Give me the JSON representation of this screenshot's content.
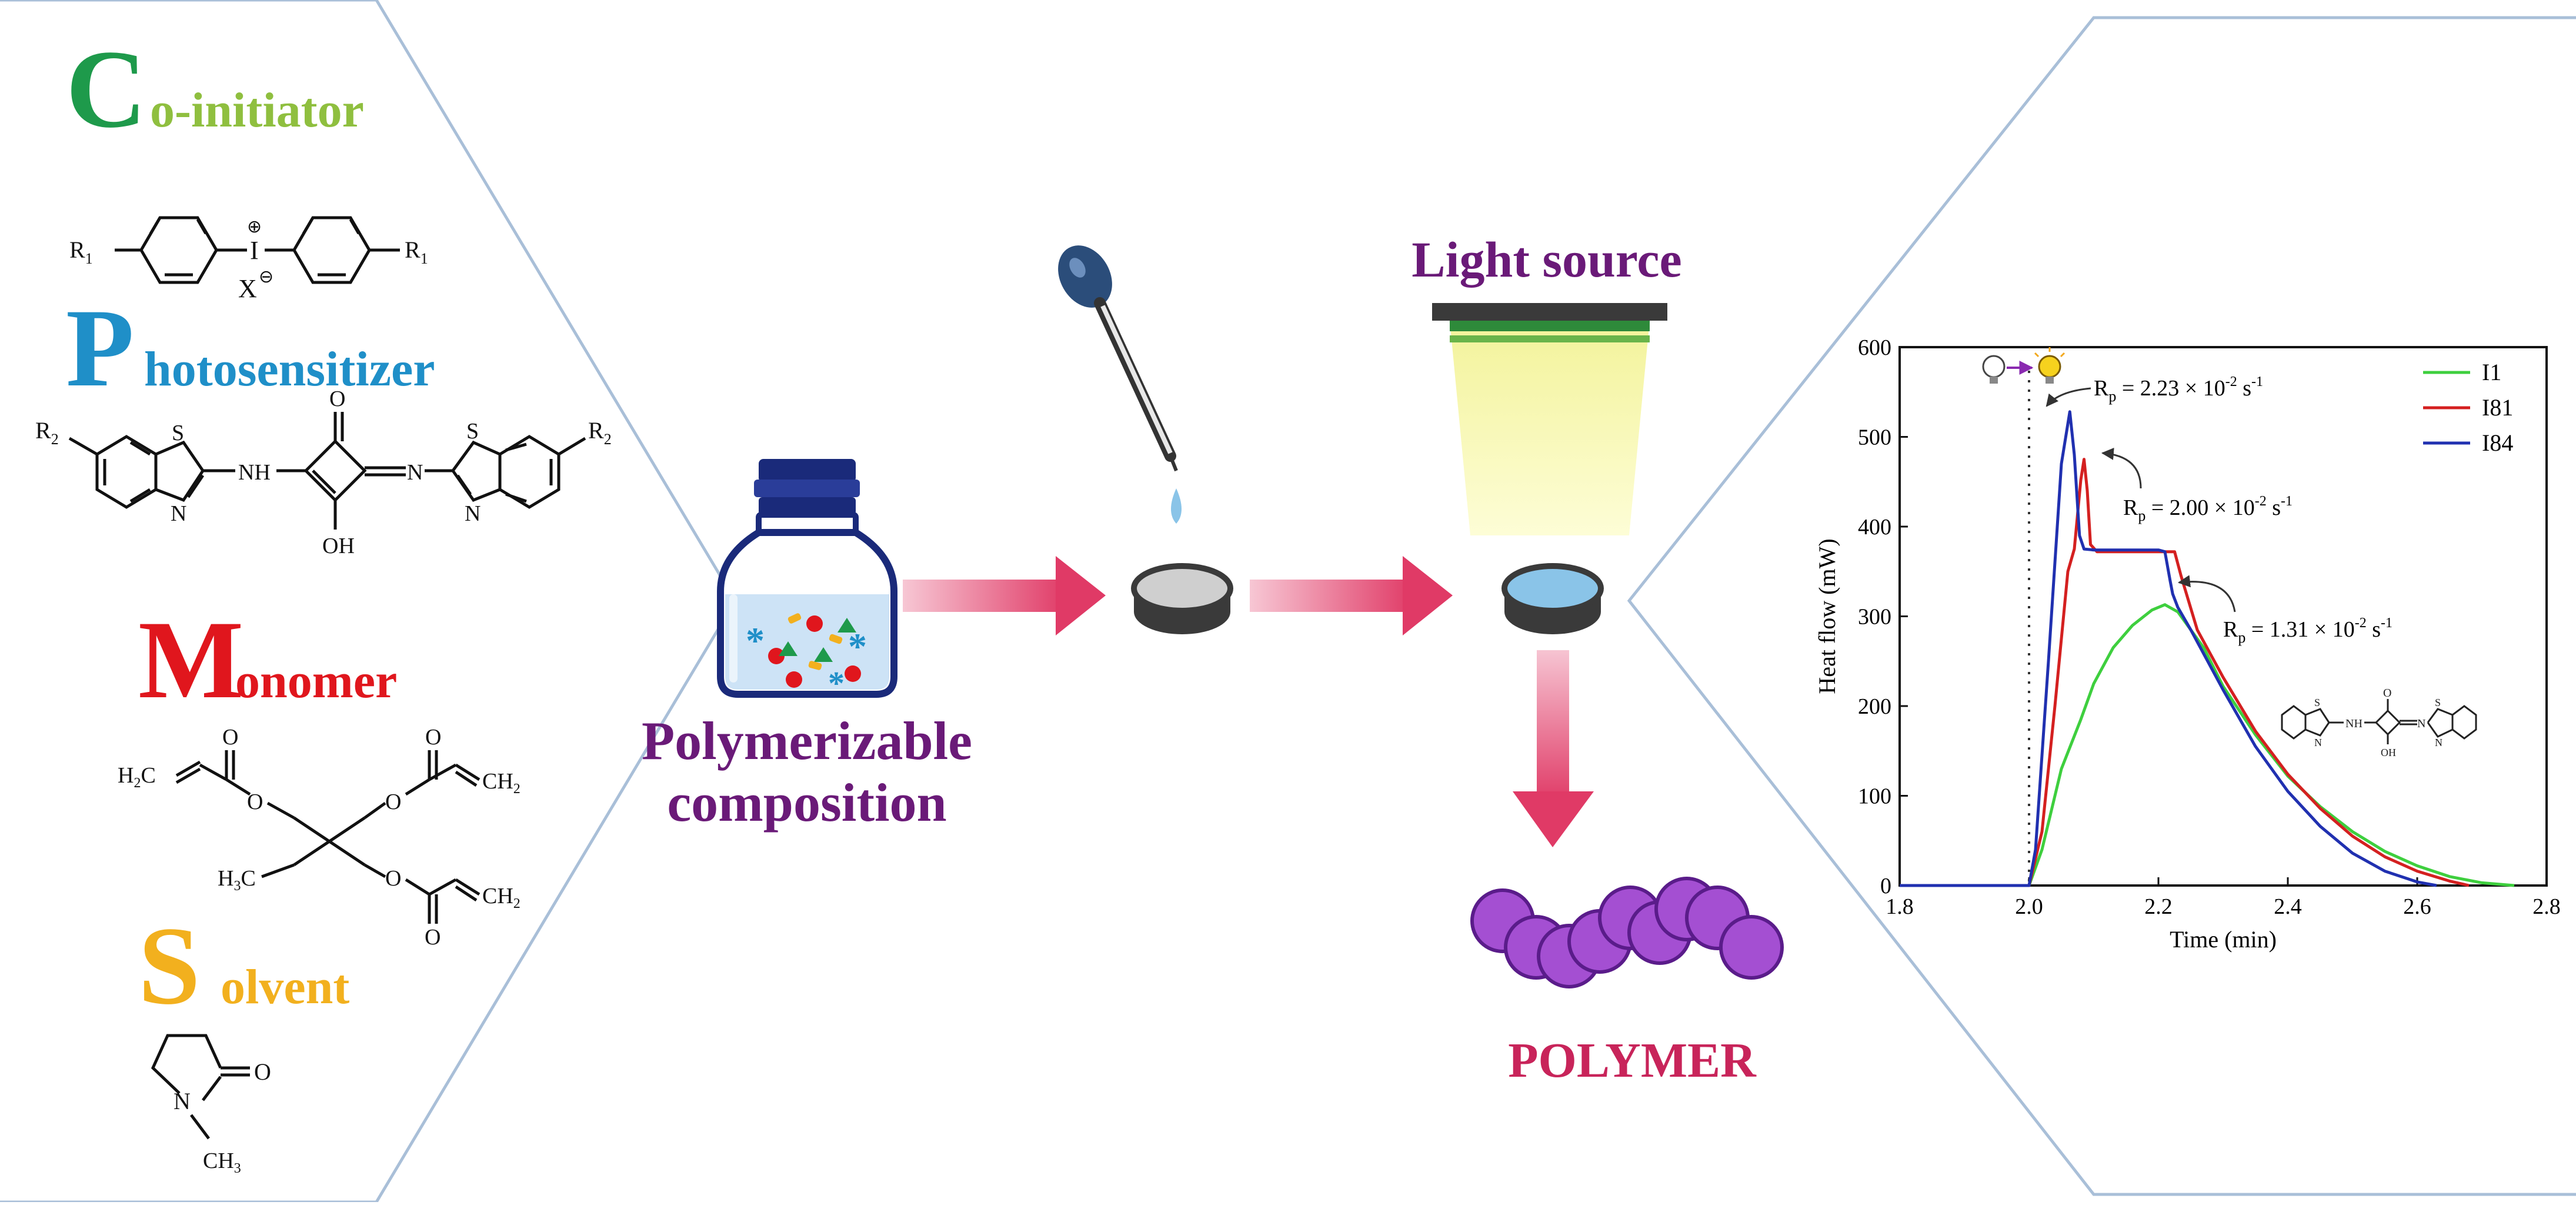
{
  "components": {
    "coinitiator": {
      "initial": "C",
      "rest": "o-initiator",
      "color": "#1e9a4b",
      "rest_color": "#8fbf3f"
    },
    "photosensitizer": {
      "initial": "P",
      "rest": "hotosensitizer",
      "color": "#1f8fc8"
    },
    "monomer": {
      "initial": "M",
      "rest": "onomer",
      "color": "#e0161d"
    },
    "solvent": {
      "initial": "S",
      "rest": "olvent",
      "color": "#f2b01e"
    }
  },
  "structures": {
    "iodonium": {
      "r1_left": "R",
      "r1_left_sub": "1",
      "i": "I",
      "plus": "⊕",
      "x": "X",
      "minus": "⊖",
      "r1_right": "R",
      "r1_right_sub": "1"
    },
    "squaraine": {
      "r2_left": "R",
      "r2_left_sub": "2",
      "s1": "S",
      "n1": "N",
      "nh": "NH",
      "o": "O",
      "oh": "OH",
      "n_eq": "N",
      "s2": "S",
      "n2": "N",
      "r2_right": "R",
      "r2_right_sub": "2"
    },
    "tmpta": {
      "h2c_left": "H",
      "h2c_left_sub": "2",
      "h2c_left_c": "C",
      "o1": "O",
      "o2": "O",
      "o3": "O",
      "o4": "O",
      "ch2_right": "CH",
      "ch2_right_sub": "2",
      "h3c": "H",
      "h3c_sub": "3",
      "h3c_c": "C",
      "o5": "O",
      "o6": "O",
      "ch2_bottom": "CH",
      "ch2_bottom_sub": "2"
    },
    "nmp": {
      "n": "N",
      "o": "O",
      "ch3": "CH",
      "ch3_sub": "3"
    }
  },
  "labels": {
    "composition_line1": "Polymerizable",
    "composition_line2": "composition",
    "light_source": "Light source",
    "polymer": "POLYMER"
  },
  "colors": {
    "purple": "#6a1a78",
    "arrow": "#e04a6e",
    "polymer": "#b13cc4",
    "border": "#a9bfd8"
  },
  "annotations": {
    "i84": {
      "r": "R",
      "sub": "p",
      "text": " = 2.23 × 10",
      "exp": "-2",
      "unit": " s",
      "unit_exp": "-1"
    },
    "i81": {
      "r": "R",
      "sub": "p",
      "text": " = 2.00 × 10",
      "exp": "-2",
      "unit": " s",
      "unit_exp": "-1"
    },
    "i1": {
      "r": "R",
      "sub": "p",
      "text": " = 1.31 × 10",
      "exp": "-2",
      "unit": " s",
      "unit_exp": "-1"
    }
  },
  "chart_data": {
    "type": "line",
    "xlabel": "Time (min)",
    "ylabel": "Heat flow (mW)",
    "xlim": [
      1.8,
      2.8
    ],
    "ylim": [
      0,
      600
    ],
    "xticks": [
      "1.8",
      "2.0",
      "2.2",
      "2.4",
      "2.6",
      "2.8"
    ],
    "yticks": [
      "0",
      "100",
      "200",
      "300",
      "400",
      "500",
      "600"
    ],
    "light_on_time": 2.0,
    "legend_position": "top-right",
    "series": [
      {
        "name": "I1",
        "color": "#3ecf3e",
        "points": [
          [
            1.8,
            0
          ],
          [
            2.0,
            0
          ],
          [
            2.02,
            40
          ],
          [
            2.05,
            130
          ],
          [
            2.08,
            185
          ],
          [
            2.1,
            225
          ],
          [
            2.13,
            265
          ],
          [
            2.16,
            290
          ],
          [
            2.19,
            307
          ],
          [
            2.21,
            313
          ],
          [
            2.23,
            305
          ],
          [
            2.27,
            265
          ],
          [
            2.3,
            222
          ],
          [
            2.35,
            168
          ],
          [
            2.4,
            122
          ],
          [
            2.45,
            88
          ],
          [
            2.5,
            60
          ],
          [
            2.55,
            38
          ],
          [
            2.6,
            22
          ],
          [
            2.65,
            10
          ],
          [
            2.7,
            3
          ],
          [
            2.75,
            0
          ]
        ]
      },
      {
        "name": "I81",
        "color": "#d42020",
        "points": [
          [
            1.8,
            0
          ],
          [
            2.0,
            0
          ],
          [
            2.02,
            60
          ],
          [
            2.04,
            200
          ],
          [
            2.06,
            350
          ],
          [
            2.07,
            375
          ],
          [
            2.08,
            452
          ],
          [
            2.085,
            475
          ],
          [
            2.09,
            440
          ],
          [
            2.095,
            380
          ],
          [
            2.105,
            372
          ],
          [
            2.14,
            372
          ],
          [
            2.2,
            372
          ],
          [
            2.225,
            372
          ],
          [
            2.235,
            345
          ],
          [
            2.26,
            285
          ],
          [
            2.3,
            232
          ],
          [
            2.35,
            172
          ],
          [
            2.4,
            124
          ],
          [
            2.45,
            86
          ],
          [
            2.5,
            55
          ],
          [
            2.55,
            32
          ],
          [
            2.6,
            16
          ],
          [
            2.65,
            5
          ],
          [
            2.68,
            0
          ]
        ]
      },
      {
        "name": "I84",
        "color": "#2030b0",
        "points": [
          [
            1.8,
            0
          ],
          [
            2.0,
            0
          ],
          [
            2.01,
            40
          ],
          [
            2.03,
            250
          ],
          [
            2.05,
            470
          ],
          [
            2.063,
            528
          ],
          [
            2.07,
            480
          ],
          [
            2.078,
            390
          ],
          [
            2.085,
            375
          ],
          [
            2.1,
            374
          ],
          [
            2.15,
            374
          ],
          [
            2.2,
            374
          ],
          [
            2.21,
            372
          ],
          [
            2.218,
            340
          ],
          [
            2.222,
            325
          ],
          [
            2.23,
            310
          ],
          [
            2.25,
            285
          ],
          [
            2.3,
            218
          ],
          [
            2.35,
            155
          ],
          [
            2.4,
            105
          ],
          [
            2.45,
            66
          ],
          [
            2.5,
            36
          ],
          [
            2.55,
            16
          ],
          [
            2.6,
            4
          ],
          [
            2.63,
            0
          ]
        ]
      }
    ]
  }
}
